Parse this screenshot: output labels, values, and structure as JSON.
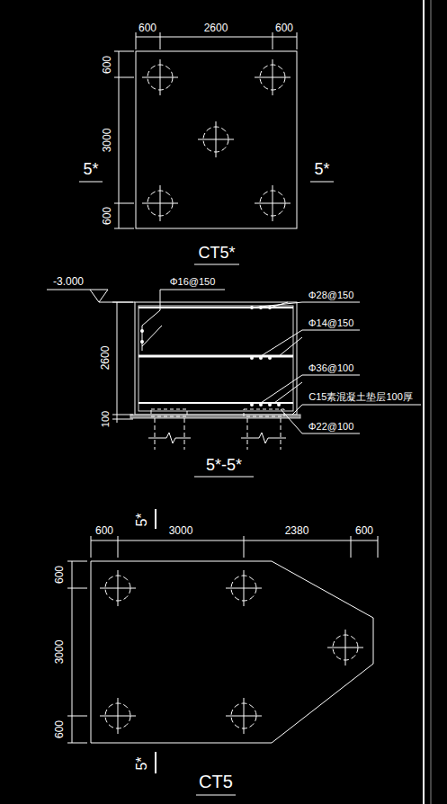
{
  "diagram": {
    "labels": [
      "600",
      "2600",
      "600",
      "600",
      "3000",
      "600",
      "5*",
      "5*",
      "CT5*",
      "-3.000",
      "Φ16@150",
      "Φ28@150",
      "2600",
      "Φ14@150",
      "Φ36@100",
      "C15素混凝土垫层100厚",
      "100",
      "Φ22@100",
      "5*-5*",
      "600",
      "3000",
      "2380",
      "600",
      "5*",
      "600",
      "3000",
      "600",
      "5*",
      "CT5"
    ]
  }
}
